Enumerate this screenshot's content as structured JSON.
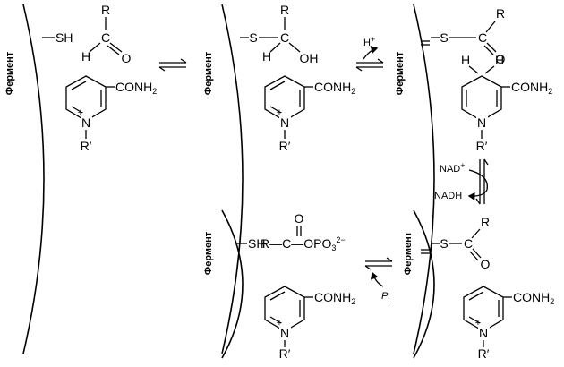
{
  "scheme": {
    "enzyme_label": "Фермент",
    "atoms": {
      "sulfur": "S",
      "thiol": "SH",
      "hydrogen": "H",
      "carbon": "C",
      "oxygen": "O",
      "hydroxyl": "OH",
      "nitrogen": "N",
      "plus": "+",
      "r": "R",
      "r_prime": "R′"
    },
    "carboxamide": {
      "main": "CONH",
      "sub": "2"
    },
    "acyl_phosphate": {
      "left": "R—C—OPO",
      "sub": "3",
      "sup": "2−"
    },
    "arrows": {
      "proton": {
        "main": "H",
        "sup": "+"
      },
      "nad_in": {
        "main": "NAD",
        "sup": "+"
      },
      "nadh_out": "NADH",
      "phosphate": {
        "main": "P",
        "sub": "i"
      }
    }
  }
}
